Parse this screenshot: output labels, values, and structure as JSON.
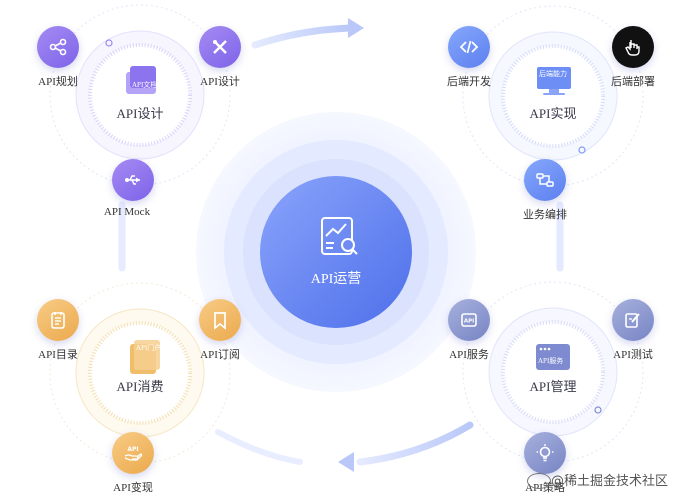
{
  "center": {
    "title": "API运营"
  },
  "hubs": [
    {
      "id": "design",
      "title": "API设计",
      "card_text": "API文档"
    },
    {
      "id": "implement",
      "title": "API实现",
      "card_text": "后端能力"
    },
    {
      "id": "consume",
      "title": "API消费",
      "card_text": "API门户"
    },
    {
      "id": "manage",
      "title": "API管理",
      "card_text": "API服务"
    }
  ],
  "nodes": [
    {
      "label": "API规划",
      "icon": "share-nodes-icon"
    },
    {
      "label": "API设计",
      "icon": "tools-icon"
    },
    {
      "label": "API Mock",
      "icon": "usb-icon"
    },
    {
      "label": "后端开发",
      "icon": "code-icon"
    },
    {
      "label": "后端部署",
      "icon": "hand-pointer-icon"
    },
    {
      "label": "业务编排",
      "icon": "flow-icon"
    },
    {
      "label": "API目录",
      "icon": "list-icon"
    },
    {
      "label": "API订阅",
      "icon": "bookmark-icon"
    },
    {
      "label": "API变现",
      "icon": "hand-coin-icon"
    },
    {
      "label": "API服务",
      "icon": "api-box-icon"
    },
    {
      "label": "API测试",
      "icon": "edit-icon"
    },
    {
      "label": "API策略",
      "icon": "bulb-icon"
    }
  ],
  "watermark": {
    "text": "@稀土掘金技术社区"
  },
  "colors": {
    "purple": "#8b6ff0",
    "blue": "#6b8ef5",
    "gold": "#eeb15a",
    "slate": "#8a96d0",
    "center": "#5f7ff0"
  }
}
